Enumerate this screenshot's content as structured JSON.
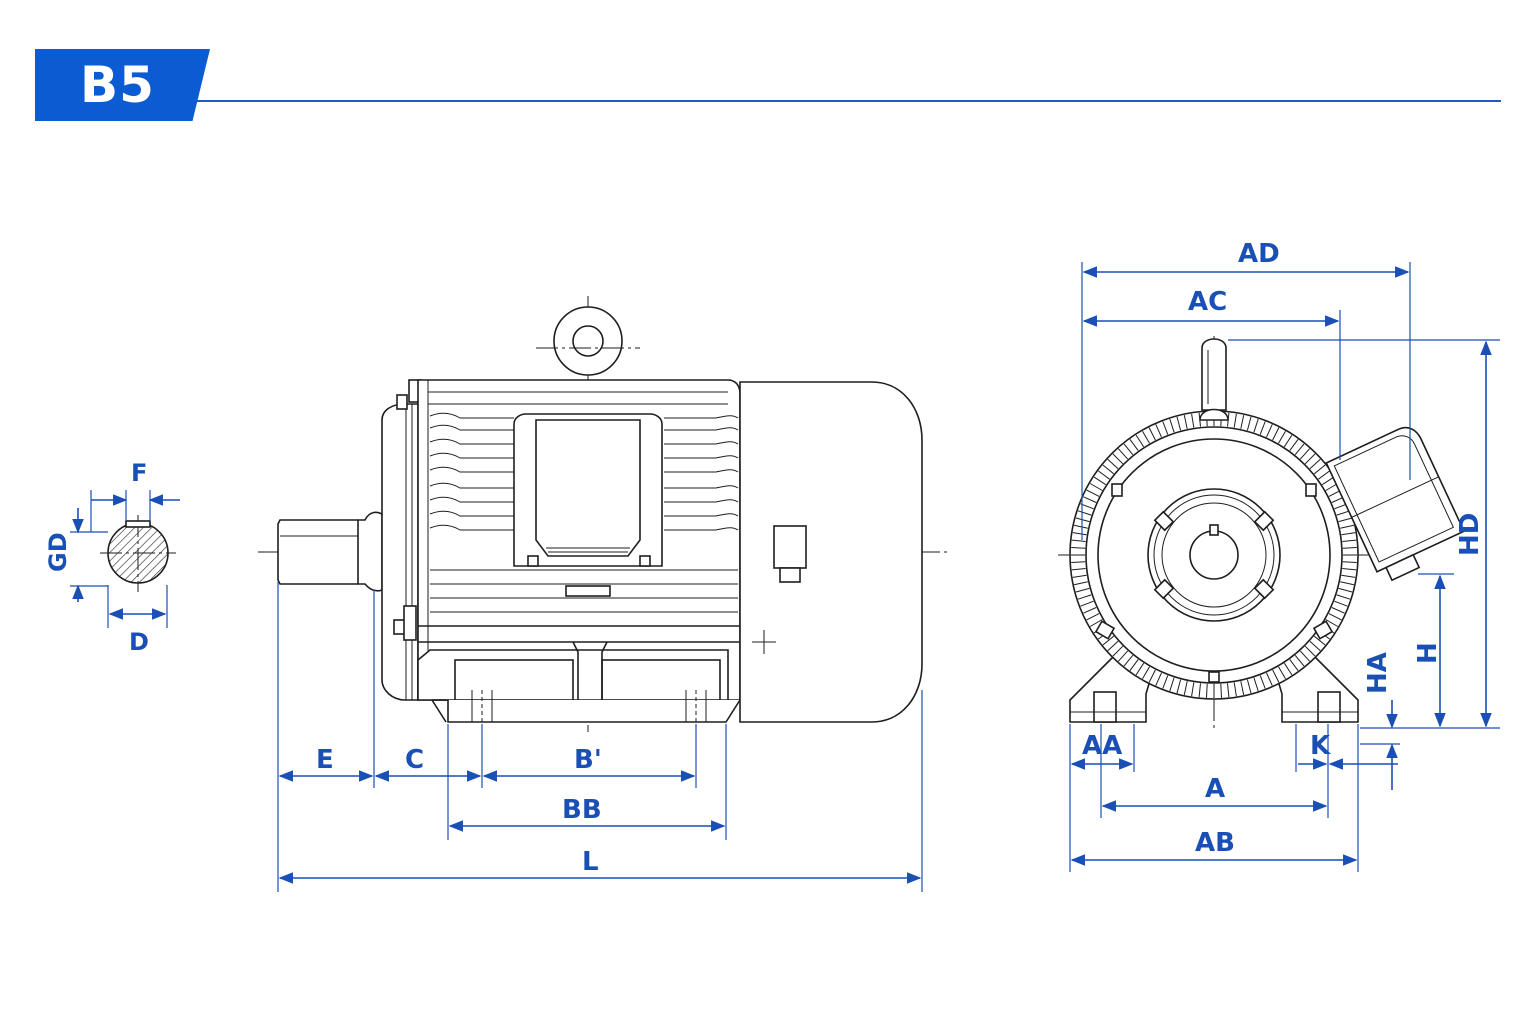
{
  "header": {
    "badge": "B5",
    "accent": "#0b5bd3"
  },
  "labels": {
    "F": "F",
    "GD": "GD",
    "D": "D",
    "E": "E",
    "C": "C",
    "B_prime": "B'",
    "BB": "BB",
    "L": "L",
    "AD": "AD",
    "AC": "AC",
    "HD": "HD",
    "H": "H",
    "HA": "HA",
    "AA": "AA",
    "K": "K",
    "A": "A",
    "AB": "AB"
  },
  "colors": {
    "dimension": "#1a4fb5",
    "drawing": "#1e1e1e"
  }
}
